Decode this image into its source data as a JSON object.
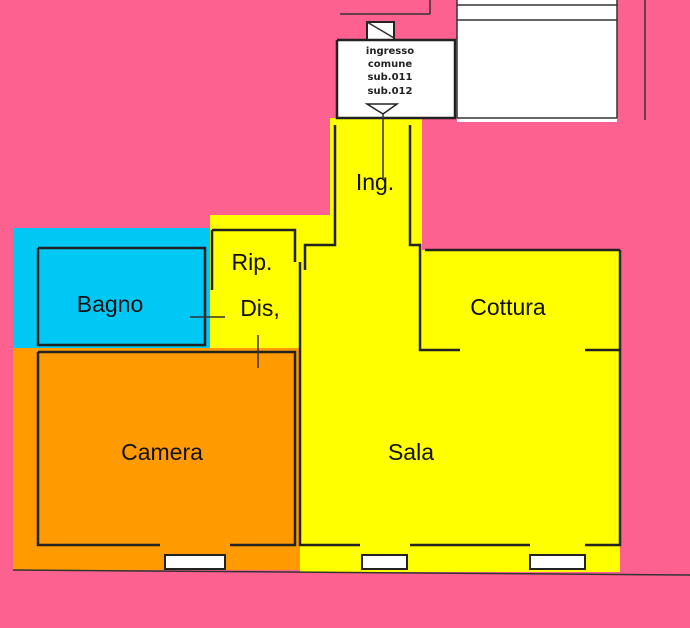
{
  "colors": {
    "background": "#fc6190",
    "corridor": "#ffff00",
    "bedroom": "#ff9a00",
    "bathroom": "#00c8f5",
    "neighbor": "#ffffff"
  },
  "entrance": {
    "lines": [
      "ingresso",
      "comune",
      "sub.011",
      "sub.012"
    ]
  },
  "rooms": {
    "ing": "Ing.",
    "rip": "Rip.",
    "dis": "Dis,",
    "bagno": "Bagno",
    "cottura": "Cottura",
    "camera": "Camera",
    "sala": "Sala"
  }
}
